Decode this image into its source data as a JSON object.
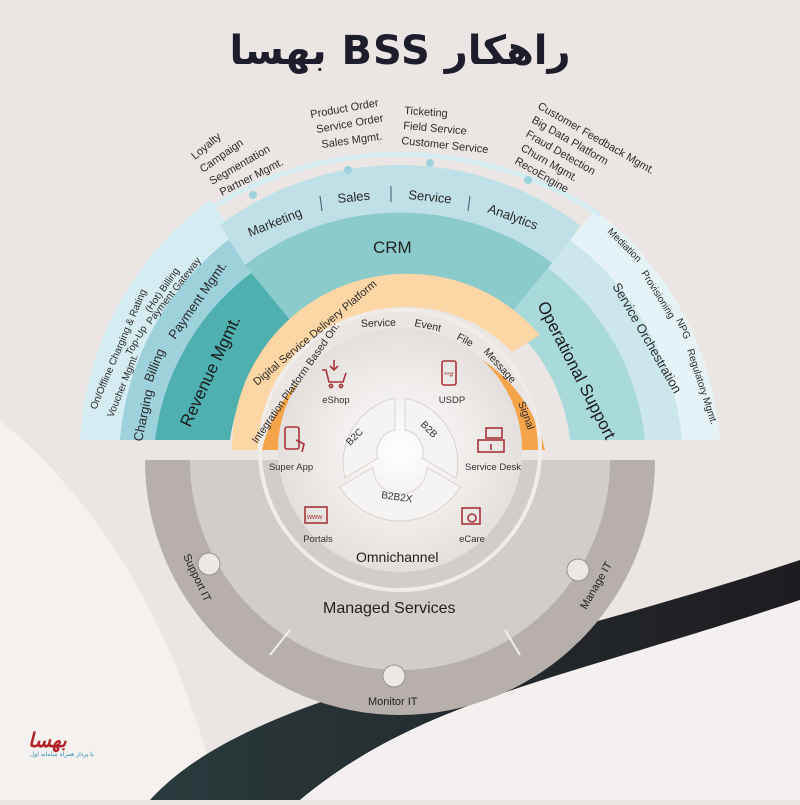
{
  "header": {
    "title": "راهکار BSS بهسا"
  },
  "colors": {
    "background": "#ebe6e3",
    "crm_light": "#bfe0e6",
    "crm": "#8ccbcb",
    "revenue": "#4fb0b0",
    "revenue_outer": "#9dd2dc",
    "revenue_outermost": "#d5ecf2",
    "operational": "#a9dadb",
    "orchestration": "#cbe7ec",
    "orch_outer": "#e6f3f6",
    "dsdp": "#fcd6a4",
    "integration": "#f5a44a",
    "omnichannel": "#e8e3e0",
    "managed": "#c9c2bf",
    "icon_red": "#a8343a",
    "dark_wave": "#232026"
  },
  "crm": {
    "label": "CRM",
    "segments": [
      "Marketing",
      "Sales",
      "Service",
      "Analytics"
    ],
    "callouts": {
      "marketing": [
        "Loyalty",
        "Campaign",
        "Segmentation",
        "Partner Mgmt."
      ],
      "sales": [
        "Product Order",
        "Service Order",
        "Sales Mgmt."
      ],
      "service": [
        "Ticketing",
        "Field Service",
        "Customer Service"
      ],
      "analytics": [
        "Customer Feedback Mgmt.",
        "Big Data Platform",
        "Fraud Detection",
        "Churn Mgmt.",
        "RecoEngine"
      ]
    }
  },
  "revenue": {
    "label": "Revenue Mgmt.",
    "segments": [
      "Charging",
      "Billing",
      "Payment Mgmt."
    ],
    "outer": [
      "On/Offline Charging & Rating",
      "(Hot) Billing",
      "Voucher Mgmt.",
      "Top-Up",
      "Payment Gateway"
    ]
  },
  "operational": {
    "label": "Operational Support",
    "middle": "Service Orchestration",
    "outer": [
      "Mediation",
      "Provisioning",
      "NPG",
      "Regulatory Mgmt."
    ]
  },
  "dsdp": {
    "label": "Digital Service Delivery Platform"
  },
  "integration": {
    "label": "Integration Platform Based On:",
    "items": [
      "Service",
      "Event",
      "File",
      "Message",
      "Signal"
    ]
  },
  "omnichannel": {
    "label": "Omnichannel",
    "channels": [
      {
        "label": "eShop",
        "icon": "shopping-cart-icon"
      },
      {
        "label": "USDP",
        "icon": "mobile-ussd-icon"
      },
      {
        "label": "Service Desk",
        "icon": "service-desk-icon"
      },
      {
        "label": "eCare",
        "icon": "ecare-gear-icon"
      },
      {
        "label": "Portals",
        "icon": "www-browser-icon"
      },
      {
        "label": "Super App",
        "icon": "super-app-icon"
      }
    ],
    "segments": [
      "B2C",
      "B2B",
      "B2B2X"
    ]
  },
  "managed": {
    "label": "Managed Services",
    "items": [
      {
        "label": "Support IT",
        "icon": "support-headset-icon"
      },
      {
        "label": "Monitor IT",
        "icon": "monitor-chart-icon"
      },
      {
        "label": "Manage IT",
        "icon": "gears-icon"
      }
    ]
  },
  "logo": {
    "name": "بهسا",
    "tagline": "با پرداز همراه سامانه اول"
  }
}
